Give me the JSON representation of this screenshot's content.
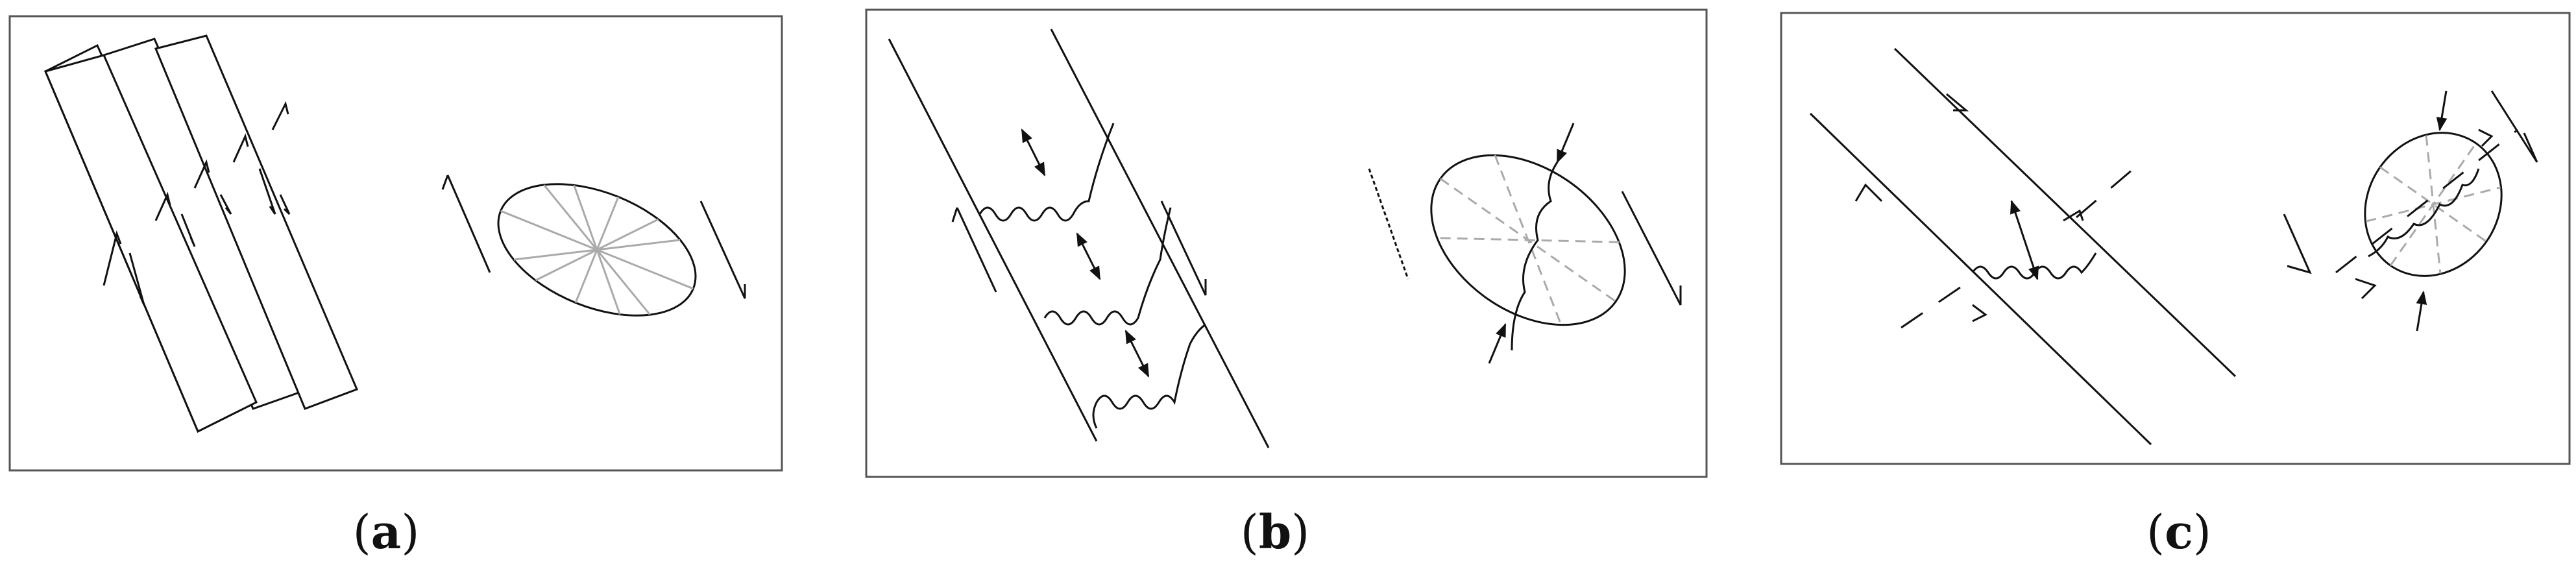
{
  "panels": [
    {
      "id": "a",
      "caption_open": "(",
      "caption_letter": "a",
      "caption_close": ")"
    },
    {
      "id": "b",
      "caption_open": "(",
      "caption_letter": "b",
      "caption_close": ")"
    },
    {
      "id": "c",
      "caption_open": "(",
      "caption_letter": "c",
      "caption_close": ")"
    }
  ],
  "colors": {
    "ink": "#111111",
    "frame": "#555555",
    "strain_axis": "#aaaaaa",
    "background": "#ffffff"
  }
}
